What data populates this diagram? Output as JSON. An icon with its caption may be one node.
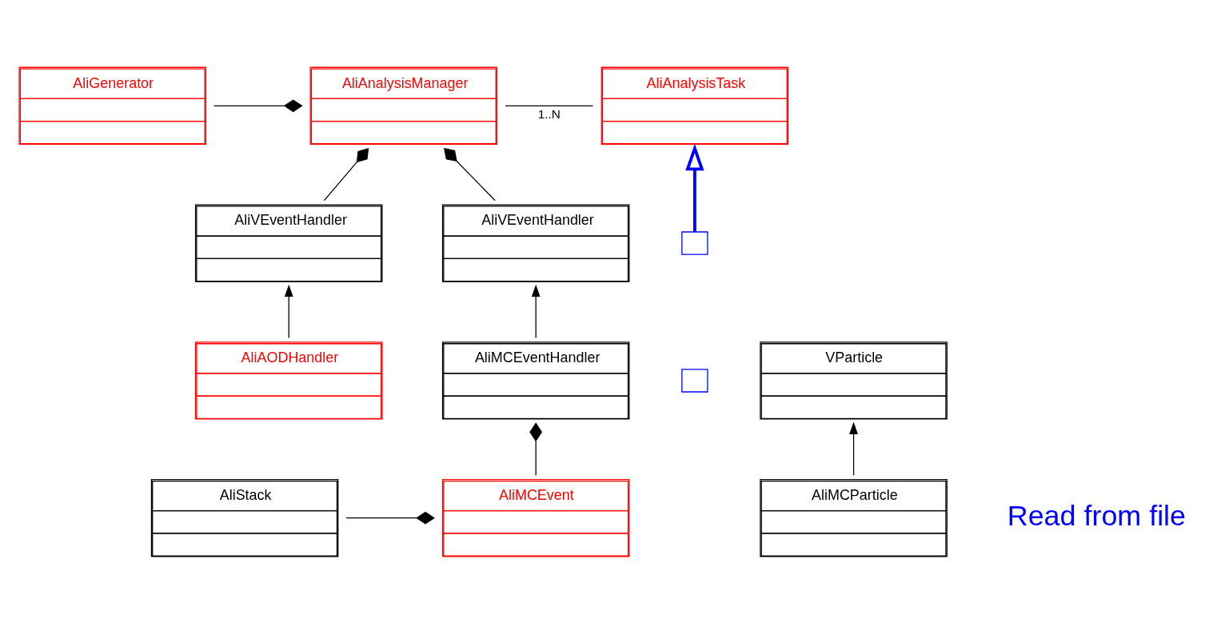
{
  "diagram": {
    "nodes": [
      {
        "text": [
          "AliGenerator"
        ]
      },
      {
        "text": [
          "AliAnalysisManager"
        ]
      },
      {
        "text": [
          "AliAnalysisTask"
        ]
      },
      {
        "text": [
          "VParticle"
        ]
      },
      {
        "text": [
          "AliMCParticle"
        ]
      },
      {
        "text": [
          "AliVEventHandler"
        ]
      },
      {
        "text": [
          "AliVEventHandler"
        ]
      },
      {
        "text": [
          "AliAODHandler"
        ]
      },
      {
        "text": [
          "AliMCEventHandler"
        ]
      },
      {
        "text": [
          "AliMCEvent"
        ]
      },
      {
        "text": [
          "AliStack"
        ]
      },
      {
        "text": [],
        "shape": "box"
      },
      {
        "text": [],
        "shape": "box"
      }
    ],
    "edges": [
      {
        "from": 0,
        "to": 1,
        "arrow": "other"
      },
      {
        "from": 1,
        "to": 2,
        "arrow": "none",
        "label": "1..N"
      },
      {
        "from": 5,
        "to": 1,
        "arrow": "other"
      },
      {
        "from": 6,
        "to": 1,
        "arrow": "other"
      },
      {
        "from": 4,
        "to": 3,
        "arrow": "to"
      },
      {
        "from": 7,
        "to": 5,
        "arrow": "to"
      },
      {
        "from": 8,
        "to": 6,
        "arrow": "to"
      },
      {
        "from": 11,
        "to": 2,
        "arrow": "to",
        "style": "thick",
        "color": "#0000ff"
      },
      {
        "from": 9,
        "to": 8,
        "arrow": "other"
      },
      {
        "from": 10,
        "to": 9,
        "arrow": "other"
      }
    ],
    "labels": [
      "Read from file"
    ]
  }
}
